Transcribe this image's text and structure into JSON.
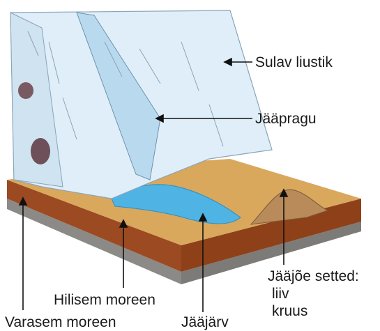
{
  "labels": {
    "melting_glacier": "Sulav liustik",
    "crevasse": "Jääpragu",
    "meltwater_sediments": "Jääjõe setted:",
    "sand": "liiv",
    "gravel": "kruus",
    "later_moraine": "Hilisem moreen",
    "earlier_moraine": "Varasem moreen",
    "glacial_lake": "Jääjärv"
  },
  "colors": {
    "ice": "#dfeef8",
    "ice_shadow": "#b9d9ee",
    "lake": "#4fb3e3",
    "sand": "#d9a85c",
    "gravel": "#b98a5a",
    "moraine_upper": "#9c4a22",
    "moraine_lower": "#8c8a86",
    "arrow": "#111111"
  }
}
